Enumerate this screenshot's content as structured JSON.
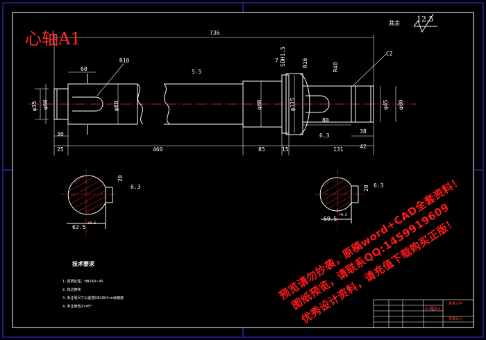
{
  "drawing": {
    "title": "心轴A1",
    "roughness": "12.5",
    "roughness_note": "其余",
    "dims": {
      "overall_length": "736",
      "d60": "60",
      "r10": "R10",
      "r5": "5.5",
      "sdh": "SDH1.5",
      "seven": "7",
      "r16": "R16",
      "r40": "R40",
      "c2": "C2",
      "left_dia_a": "φ35",
      "left_dia_b": "φ60",
      "left_dia_c": "φ80",
      "mid_dia": "φ80",
      "collar_dia": "φ115",
      "right_dia_a": "φ45",
      "right_dia_b": "φ80",
      "groove_dim": "30",
      "seg25": "25",
      "seg460": "460",
      "seg85": "85",
      "seg15": "15",
      "seg131": "131",
      "seg80": "80",
      "seg42": "42",
      "seg38": "38",
      "rough63": "6.3",
      "sec1_dim": "62.5",
      "sec1_tol": "+0.2",
      "sec1_key": "20",
      "sec1_r": "6.3",
      "sec2_dim": "69.5",
      "sec2_tol": "+0.2",
      "sec2_key": "20",
      "sec2_r": "6.3"
    },
    "tech": {
      "heading": "技术要求",
      "items": [
        "1. 调质处理，HB240~45",
        "2. 锐边倒钝",
        "3. 未注明尺寸公差按GB1804-m级精度",
        "4. 未注倒角2×45°"
      ]
    }
  },
  "watermark": {
    "line1": "预览请勿抄袭，原稿word+CAD全套资料！",
    "line2": "图纸预览，请联系QQ:1459919609",
    "line3": "优秀设计资料，请充值下载购买正版！"
  },
  "title_block": {
    "name": "心轴A1",
    "school": "某某大学",
    "org": "机械设计"
  },
  "colors": {
    "background": "#000000",
    "line": "#ffffff",
    "center": "#ff3030",
    "frame": "#3a3aff",
    "dim": "#ffffff",
    "accent": "#ff2a2a"
  }
}
